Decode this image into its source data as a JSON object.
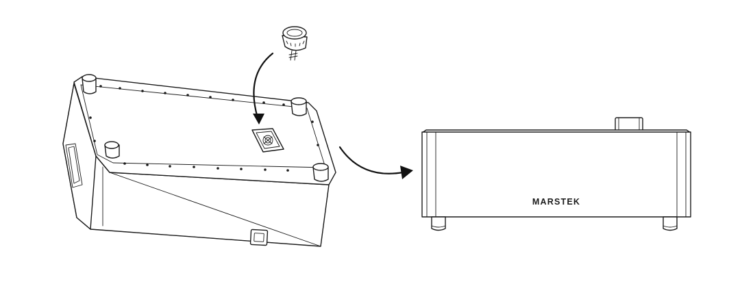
{
  "figure": {
    "right_device": {
      "brand_label": "MARSTEK"
    },
    "colors": {
      "line": "#1a1a1a",
      "background": "#ffffff"
    },
    "icons": [
      "rotate-device-arrow",
      "insert-foot-arrow",
      "screw-in-foot"
    ]
  }
}
